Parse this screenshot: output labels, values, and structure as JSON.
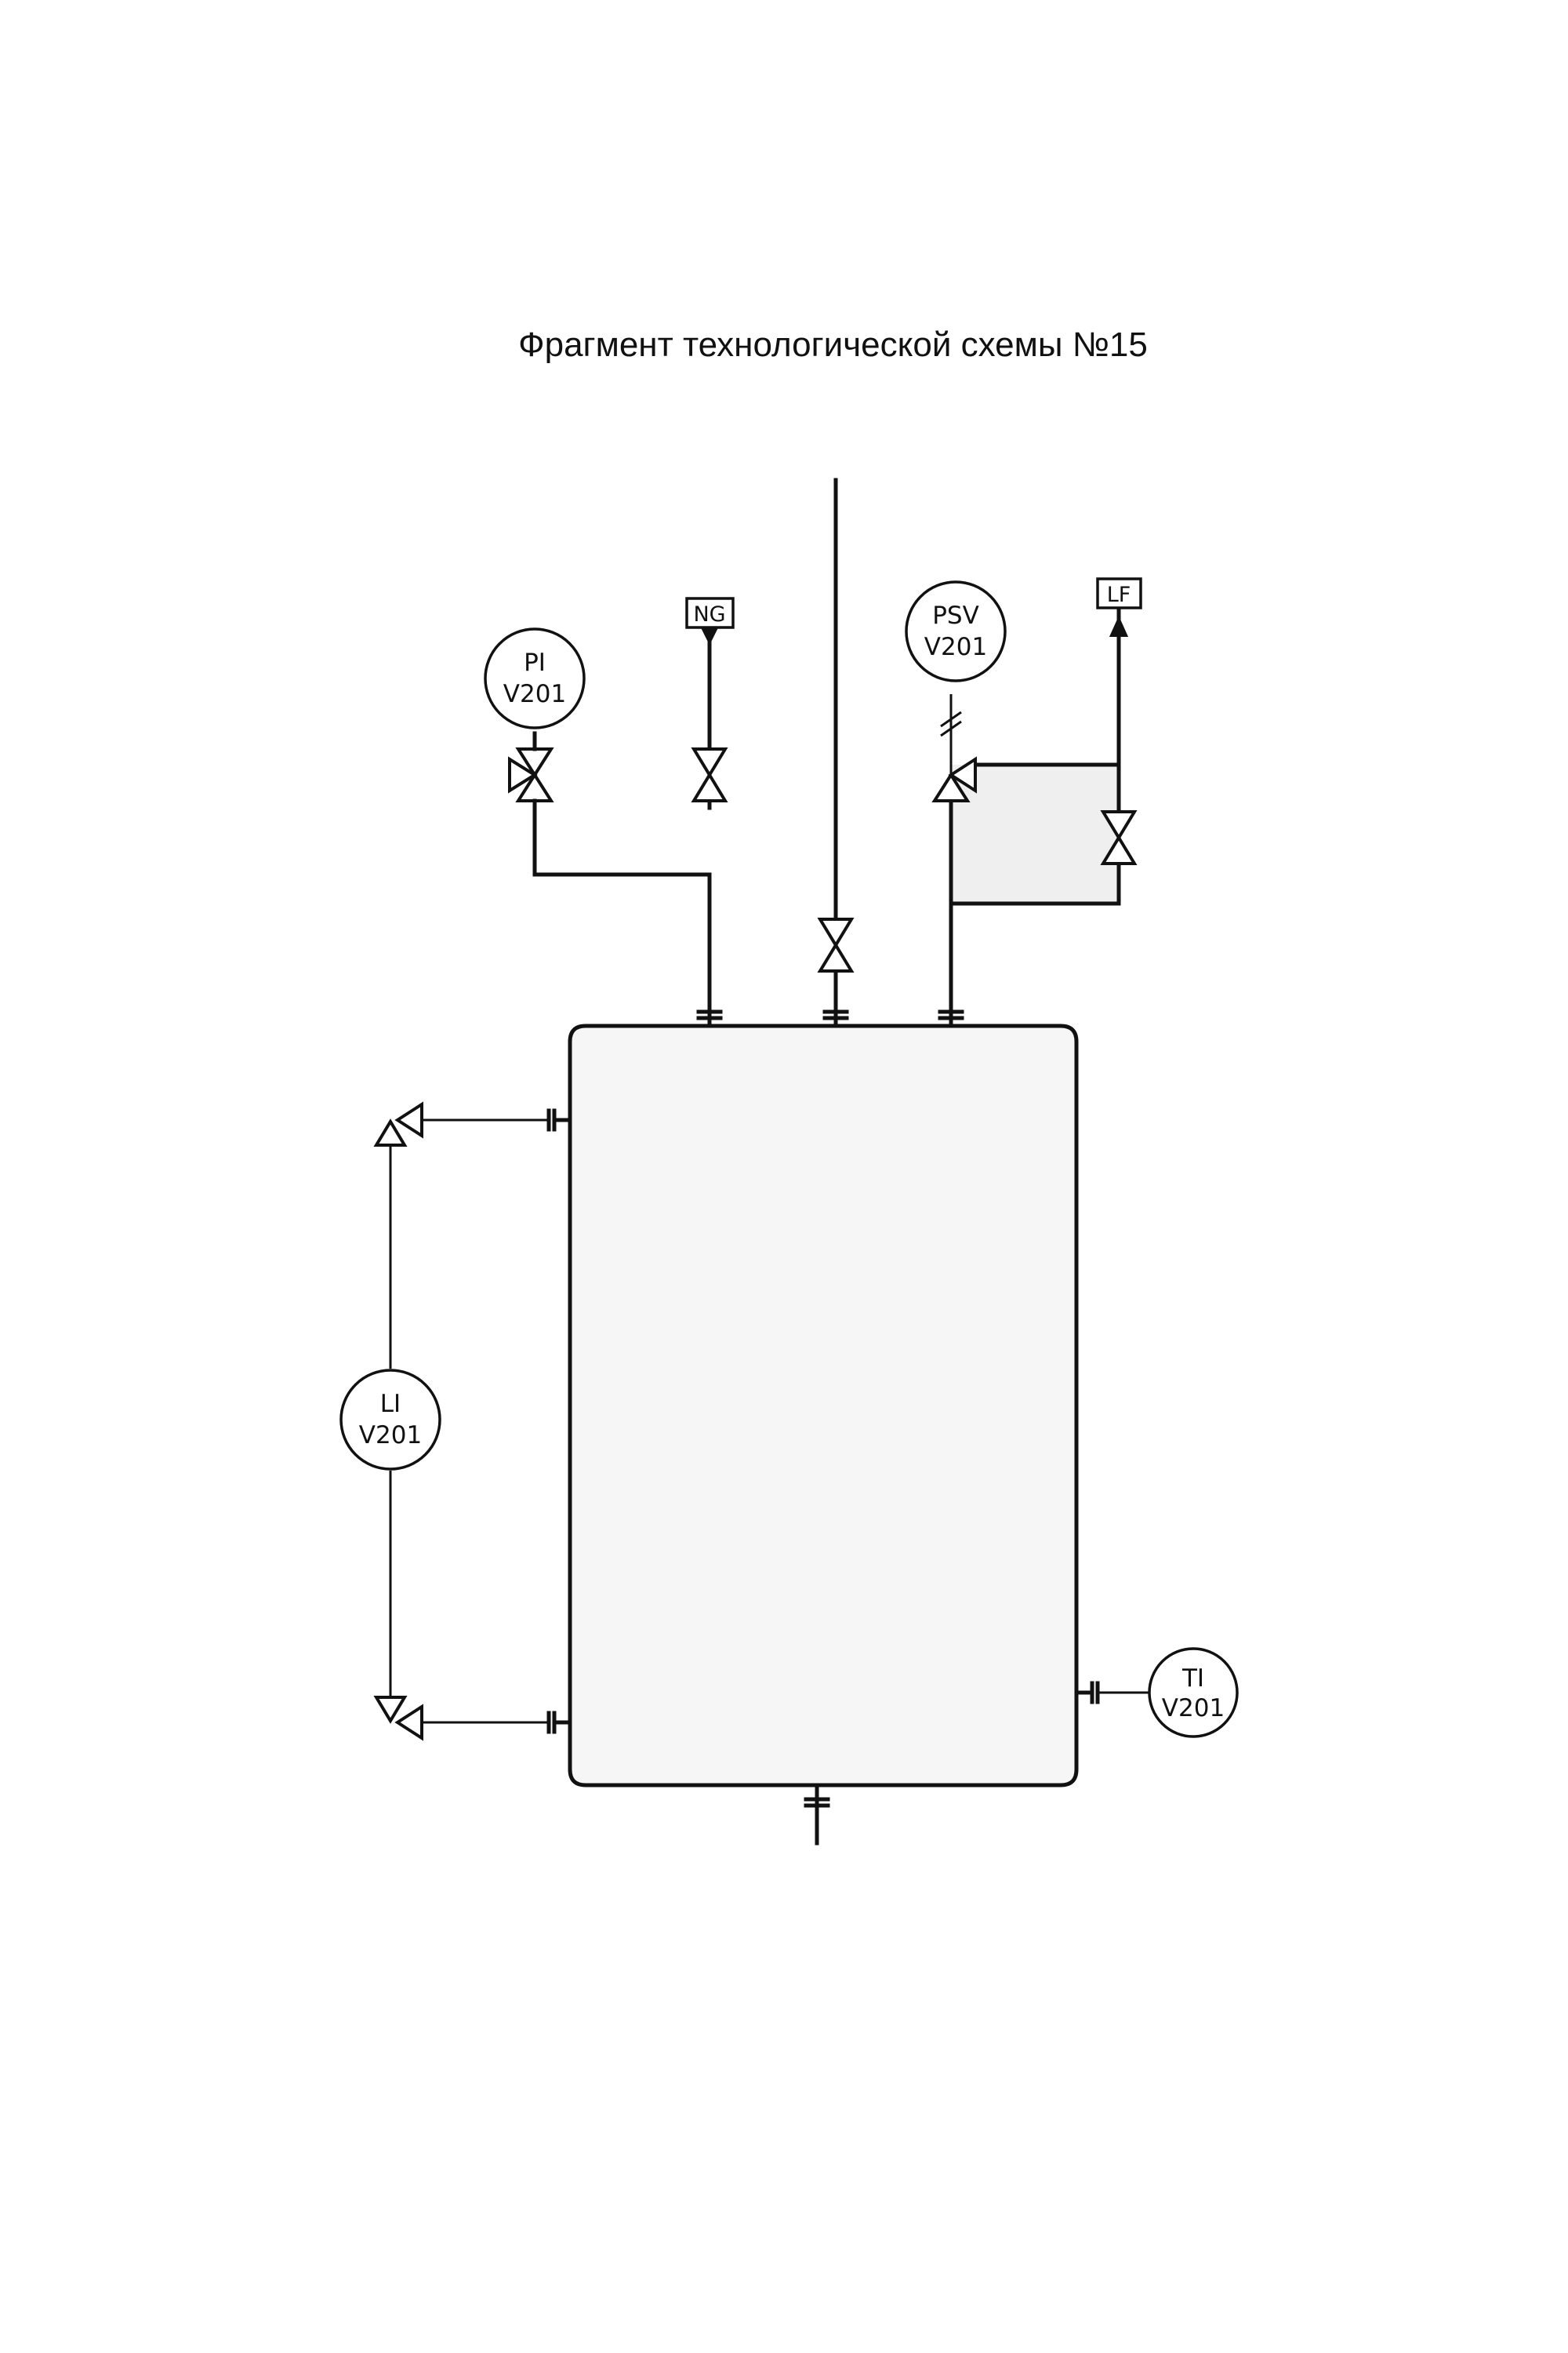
{
  "title": "Фрагмент технологической схемы №15",
  "instruments": {
    "pi": {
      "tag": "PI",
      "loop": "V201"
    },
    "psv": {
      "tag": "PSV",
      "loop": "V201"
    },
    "li": {
      "tag": "LI",
      "loop": "V201"
    },
    "ti": {
      "tag": "TI",
      "loop": "V201"
    }
  },
  "off_page": {
    "ng": "NG",
    "lf": "LF"
  },
  "colors": {
    "line": "#111111",
    "vessel_fill": "#f6f6f6",
    "bypass_fill": "#efefef"
  }
}
